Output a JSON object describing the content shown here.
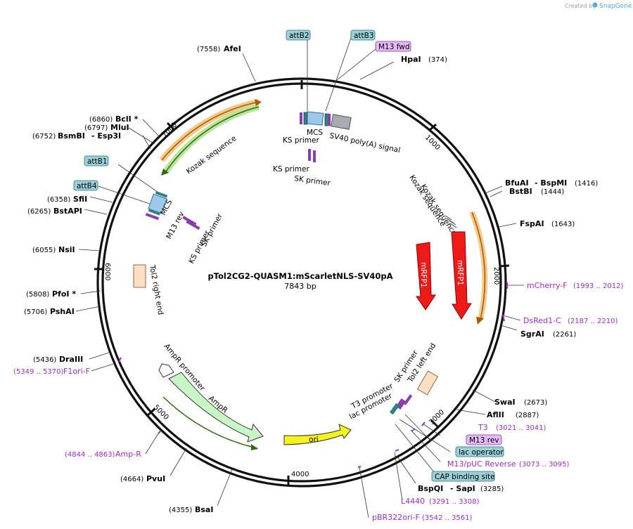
{
  "credit": {
    "prefix": "Created by",
    "brand": "SnapGene"
  },
  "plasmid": {
    "name": "pTol2CG2-QUASM1:mScarletNLS-SV40pA",
    "size": "7843 bp"
  },
  "ticks": [
    "1000",
    "2000",
    "3000",
    "4000",
    "5000",
    "6000",
    "7000"
  ],
  "enzymes": {
    "afei": {
      "name": "AfeI",
      "pos": "(7558)"
    },
    "hpai": {
      "name": "HpaI",
      "pos": "(374)"
    },
    "bcli": {
      "name": "BclI *",
      "pos": "(6860)"
    },
    "mlui": {
      "name": "MluI",
      "pos": "(6797)"
    },
    "bsmbi": {
      "name": "BsmBI",
      "pos": "(6752)",
      "extra": "- Esp3I"
    },
    "bfuai": {
      "name": "BfuAI",
      "extra": "- BspMI",
      "pos": "(1416)"
    },
    "bstbi": {
      "name": "BstBI",
      "pos": "(1444)"
    },
    "fspai": {
      "name": "FspAI",
      "pos": "(1643)"
    },
    "sfii": {
      "name": "SfiI",
      "pos": "(6358)"
    },
    "bstapi": {
      "name": "BstAPI",
      "pos": "(6265)"
    },
    "nsii": {
      "name": "NsiI",
      "pos": "(6055)"
    },
    "pfoi": {
      "name": "PfoI *",
      "pos": "(5808)"
    },
    "pshai": {
      "name": "PshAI",
      "pos": "(5706)"
    },
    "sgrai": {
      "name": "SgrAI",
      "pos": "(2261)"
    },
    "draiii": {
      "name": "DraIII",
      "pos": "(5436)"
    },
    "swai": {
      "name": "SwaI",
      "pos": "(2673)"
    },
    "aflii": {
      "name": "AflII",
      "pos": "(2887)"
    },
    "pvui": {
      "name": "PvuI",
      "pos": "(4664)"
    },
    "bspqi": {
      "name": "BspQI",
      "extra": "- SapI",
      "pos": "(3285)"
    },
    "bsai": {
      "name": "BsaI",
      "pos": "(4355)"
    }
  },
  "primers_out": {
    "mcherry": {
      "name": "mCherry-F",
      "pos": "(1993 .. 2012)"
    },
    "dsred": {
      "name": "DsRed1-C",
      "pos": "(2187 .. 2210)"
    },
    "f1ori": {
      "name": "F1ori-F",
      "pos": "(5349 .. 5370)"
    },
    "t3": {
      "name": "T3",
      "pos": "(3021 .. 3041)"
    },
    "m13puc": {
      "name": "M13/pUC Reverse",
      "pos": "(3073 .. 3095)"
    },
    "ampr": {
      "name": "Amp-R",
      "pos": "(4844 .. 4863)"
    },
    "l4440": {
      "name": "L4440",
      "pos": "(3291 .. 3308)"
    },
    "pbr322": {
      "name": "pBR322ori-F",
      "pos": "(3542 .. 3561)"
    }
  },
  "boxes": {
    "attb2": "attB2",
    "attb3": "attB3",
    "m13fwd": "M13 fwd",
    "attb1": "attB1",
    "attb4": "attB4",
    "m13rev": "M13 rev",
    "lacop": "lac operator",
    "cap": "CAP binding site"
  },
  "features": {
    "mcs_top": "MCS",
    "sv40": "SV40 poly(A) signal",
    "ks_top": "KS primer",
    "ks_top2": "KS primer",
    "sk_top2": "SK primer",
    "kozak_left": "Kozak sequence",
    "kozak_r1": "Kozak sequence",
    "kozak_r2": "Kozak sequence",
    "mcs_left": "MCS",
    "m13rev_left": "M13 rev",
    "ks_left": "KS primer",
    "sk_left": "SK primer",
    "mrfp1a": "mRFP1",
    "mrfp1b": "mRFP1",
    "tol2r": "Tol2 right end",
    "tol2l": "Tol2 left end",
    "skprim_br": "SK primer",
    "t3prom": "T3 promoter",
    "lacprom": "lac promoter",
    "ampr_prom": "AmpR promoter",
    "ampr": "AmpR",
    "ori": "ori"
  }
}
